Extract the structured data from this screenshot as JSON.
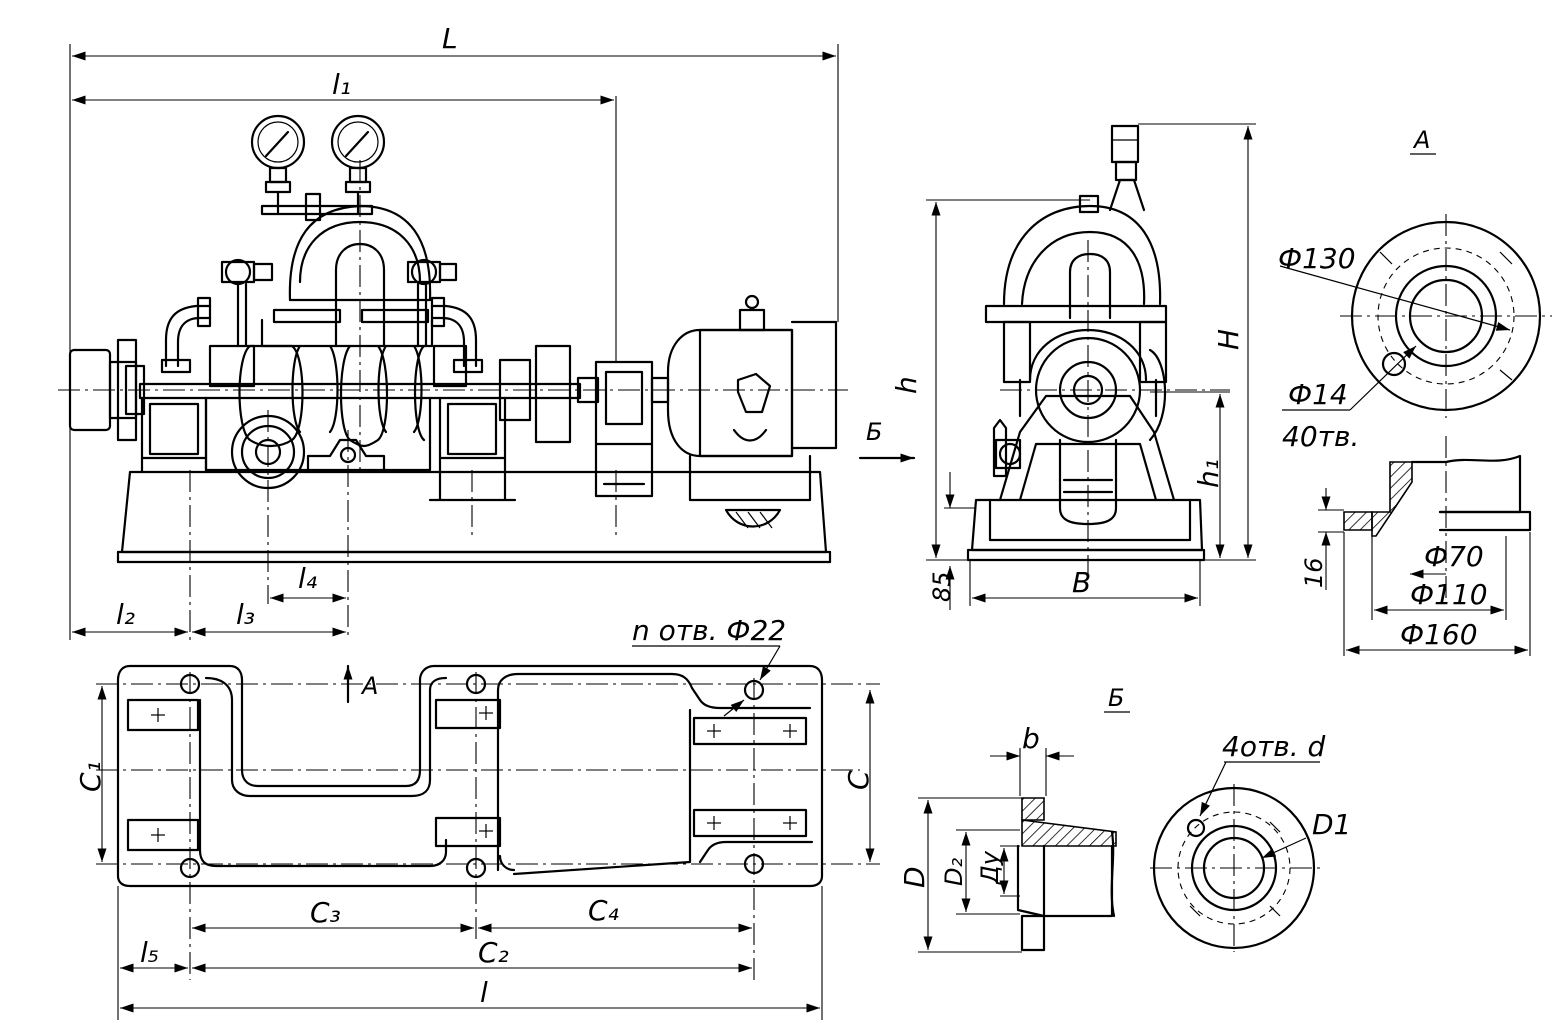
{
  "labels": {
    "L": "L",
    "l1": "l₁",
    "l2": "l₂",
    "l3": "l₃",
    "l4": "l₄",
    "l5": "l₅",
    "l": "l",
    "h": "h",
    "h1": "h₁",
    "H": "H",
    "B": "B",
    "h_85": "85",
    "C": "C",
    "C1": "C₁",
    "C2": "C₂",
    "C3": "C₃",
    "C4": "C₄",
    "holes_n": "n отв. Ф22",
    "view_A_arrow": "A",
    "view_B_arrow": "Б",
    "view_A_title": "A",
    "view_B_title": "Б",
    "d130": "Ф130",
    "d14": "Ф14",
    "holes_40": "40тв.",
    "d70": "Ф70",
    "d110": "Ф110",
    "d160": "Ф160",
    "t16": "16",
    "b": "b",
    "D": "D",
    "D2": "D₂",
    "Dy": "Ду",
    "holes_4d": "4отв. d",
    "D1": "D1"
  }
}
